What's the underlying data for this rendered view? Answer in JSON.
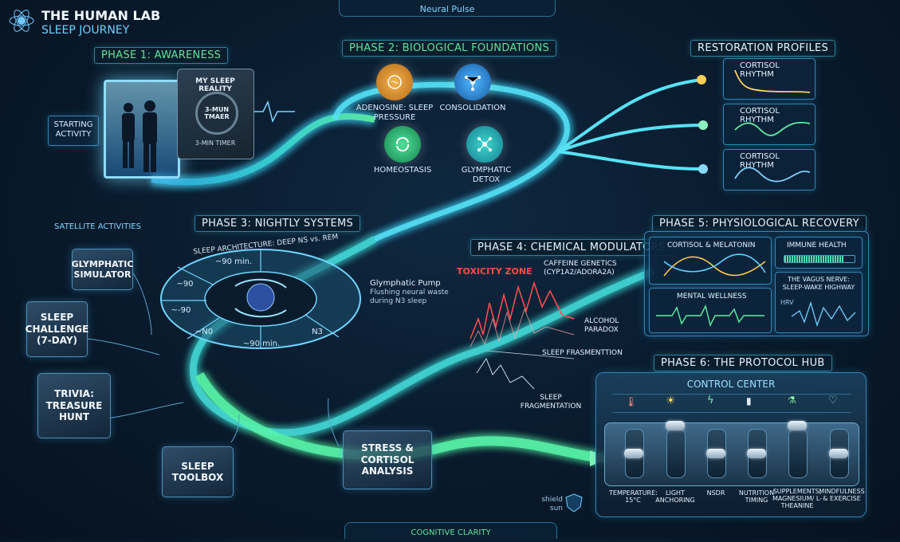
{
  "header": {
    "title": "THE HUMAN LAB",
    "subtitle": "SLEEP JOURNEY",
    "top_tab": "Neural Pulse",
    "bottom_tab": "COGNITIVE CLARITY"
  },
  "phase1": {
    "label": "PHASE 1: AWARENESS",
    "starting_activity": "STARTING ACTIVITY",
    "sign_title": "MY SLEEP REALITY",
    "dial_text": "3-MUN TMAER",
    "timer_text": "3-MIN TIMER"
  },
  "phase2": {
    "label": "PHASE 2: BIOLOGICAL FOUNDATIONS",
    "nodes": [
      {
        "label": "ADENOSINE: SLEEP PRESSURE"
      },
      {
        "label": "CONSOLIDATION"
      },
      {
        "label": "HOMEOSTASIS"
      },
      {
        "label": "GLYMPHATIC DETOX"
      }
    ]
  },
  "restoration": {
    "label": "RESTORATION PROFILES",
    "profiles": [
      {
        "title": "CORTISOL RHYTHM"
      },
      {
        "title": "CORTISOL RHYTHM"
      },
      {
        "title": "CORTISOL RHYTHM"
      }
    ]
  },
  "satellite": {
    "label": "SATELLITE ACTIVITIES",
    "items": [
      "GLYMPHATIC SIMULATOR",
      "SLEEP CHALLENGE (7-DAY)",
      "TRIVIA: TREASURE HUNT",
      "SLEEP TOOLBOX"
    ]
  },
  "phase3": {
    "label": "PHASE 3: NIGHTLY SYSTEMS",
    "arch_label": "SLEEP ARCHITECTURE: DEEP NS vs. REM",
    "segments": [
      "~90 min.",
      "~90",
      "~-90",
      "~N0",
      "~90 min.",
      "N3"
    ],
    "pump_title": "Glymphatic Pump",
    "pump_desc": "Flushing neural waste during N3 sleep"
  },
  "phase4": {
    "label": "PHASE 4: CHEMICAL MODULATORS",
    "toxicity": "TOXICITY ZONE",
    "caffeine": "CAFFEINE GENETICS (CYP1A2/ADORA2A)",
    "alcohol": "ALCOHOL PARADOX",
    "fragmentation1": "SLEEP FRASMENTTION",
    "fragmentation2": "SLEEP FRAGMENTATION"
  },
  "phase5": {
    "label": "PHASE 5: PHYSIOLOGICAL RECOVERY",
    "cortisol": "CORTISOL & MELATONIN",
    "immune": "IMMUNE HEALTH",
    "mental": "MENTAL WELLNESS",
    "vagus": "THE VAGUS NERVE: SLEEP-WAKE HIGHWAY",
    "hrv": "HRV"
  },
  "stress": {
    "label": "STRESS & CORTISOL ANALYSIS",
    "shield": "shield sun"
  },
  "phase6": {
    "label": "PHASE 6: THE PROTOCOL HUB",
    "control": "CONTROL CENTER",
    "sliders": [
      {
        "label": "TEMPERATURE: 15°C",
        "level": 0.35
      },
      {
        "label": "LIGHT ANCHORING",
        "level": 0.85
      },
      {
        "label": "NSDR",
        "level": 0.35
      },
      {
        "label": "NUTRITION TIMING",
        "level": 0.35
      },
      {
        "label": "SUPPLEMENTS, MAGNESIUM/ L-THEANINE",
        "level": 0.85
      },
      {
        "label": "MINDFULNESS & EXERCISE",
        "level": 0.35
      }
    ]
  },
  "colors": {
    "accent": "#5fe39a",
    "path": "#38c8e8",
    "toxic": "#ff4b4b",
    "panel_border": "#2f87b8"
  }
}
